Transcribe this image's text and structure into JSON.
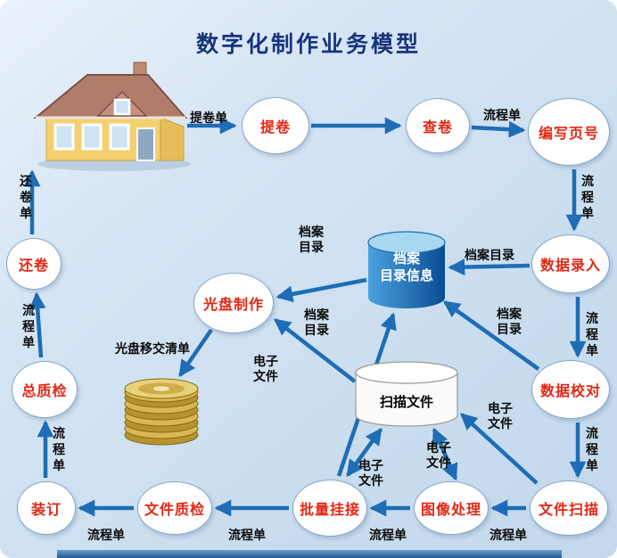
{
  "title": "数字化制作业务模型",
  "colors": {
    "background": "#c9ddef",
    "title_text": "#17357e",
    "node_text": "#e42613",
    "arrow": "#1e6db6",
    "edge_label_text": "#0b0b0b",
    "catalog_cylinder": "#0b4c94",
    "disc_stack": "#c9a227"
  },
  "nodes": [
    {
      "id": "retrieve-file",
      "label": "提卷"
    },
    {
      "id": "check-file",
      "label": "查卷"
    },
    {
      "id": "write-page-numbers",
      "label": "编写页号"
    },
    {
      "id": "data-entry",
      "label": "数据录入"
    },
    {
      "id": "data-proofread",
      "label": "数据校对"
    },
    {
      "id": "file-scan",
      "label": "文件扫描"
    },
    {
      "id": "image-process",
      "label": "图像处理"
    },
    {
      "id": "batch-link",
      "label": "批量挂接"
    },
    {
      "id": "file-qc",
      "label": "文件质检"
    },
    {
      "id": "binding",
      "label": "装订"
    },
    {
      "id": "final-qc",
      "label": "总质检"
    },
    {
      "id": "return-file",
      "label": "还卷"
    },
    {
      "id": "disc-production",
      "label": "光盘制作"
    }
  ],
  "datastores": [
    {
      "id": "catalog-db",
      "label": "档案\n目录信息"
    },
    {
      "id": "scanfile-db",
      "label": "扫描文件"
    }
  ],
  "edge_labels": [
    {
      "id": "retrieval-slip",
      "text": "提卷单"
    },
    {
      "id": "process-slip-top",
      "text": "流程单"
    },
    {
      "id": "process-slip-right-1",
      "text": "流程单"
    },
    {
      "id": "catalog-dir-entry",
      "text": "档案目录"
    },
    {
      "id": "process-slip-right-2",
      "text": "流程单"
    },
    {
      "id": "catalog-dir-proofread",
      "text": "档案\n目录"
    },
    {
      "id": "process-slip-right-3",
      "text": "流程单"
    },
    {
      "id": "efile-scan",
      "text": "电子\n文件"
    },
    {
      "id": "efile-image-process",
      "text": "电子\n文件"
    },
    {
      "id": "efile-batch-link",
      "text": "电子\n文件"
    },
    {
      "id": "process-slip-bottom-1",
      "text": "流程单"
    },
    {
      "id": "process-slip-bottom-2",
      "text": "流程单"
    },
    {
      "id": "process-slip-bottom-3",
      "text": "流程单"
    },
    {
      "id": "process-slip-bottom-4",
      "text": "流程单"
    },
    {
      "id": "process-slip-left-1",
      "text": "流程单"
    },
    {
      "id": "process-slip-left-2",
      "text": "流程单"
    },
    {
      "id": "return-slip",
      "text": "还卷单"
    },
    {
      "id": "catalog-dir-disc",
      "text": "档案\n目录"
    },
    {
      "id": "catalog-dir-batch",
      "text": "档案\n目录"
    },
    {
      "id": "efile-disc",
      "text": "电子\n文件"
    },
    {
      "id": "disc-handover-list",
      "text": "光盘移交清单"
    }
  ]
}
